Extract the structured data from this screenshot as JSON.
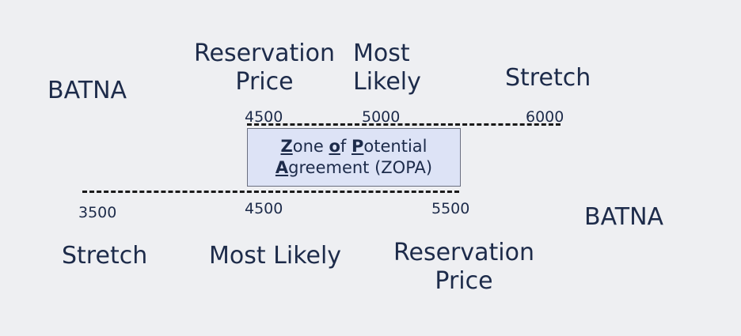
{
  "seller": {
    "batna": "BATNA",
    "reservation_price_line1": "Reservation",
    "reservation_price_line2": "Price",
    "most_likely_line1": "Most",
    "most_likely_line2": "Likely",
    "stretch": "Stretch",
    "values": {
      "reservation": "4500",
      "most_likely": "5000",
      "stretch": "6000"
    }
  },
  "zopa": {
    "z": "Z",
    "one": "one ",
    "o": "o",
    "f": "f ",
    "p": "P",
    "otential": "otential",
    "a": "A",
    "greement": "greement (ZOPA)"
  },
  "buyer": {
    "stretch": "Stretch",
    "most_likely": "Most Likely",
    "reservation_price_line1": "Reservation",
    "reservation_price_line2": "Price",
    "batna": "BATNA",
    "values": {
      "stretch": "3500",
      "most_likely": "4500",
      "reservation": "5500"
    }
  }
}
